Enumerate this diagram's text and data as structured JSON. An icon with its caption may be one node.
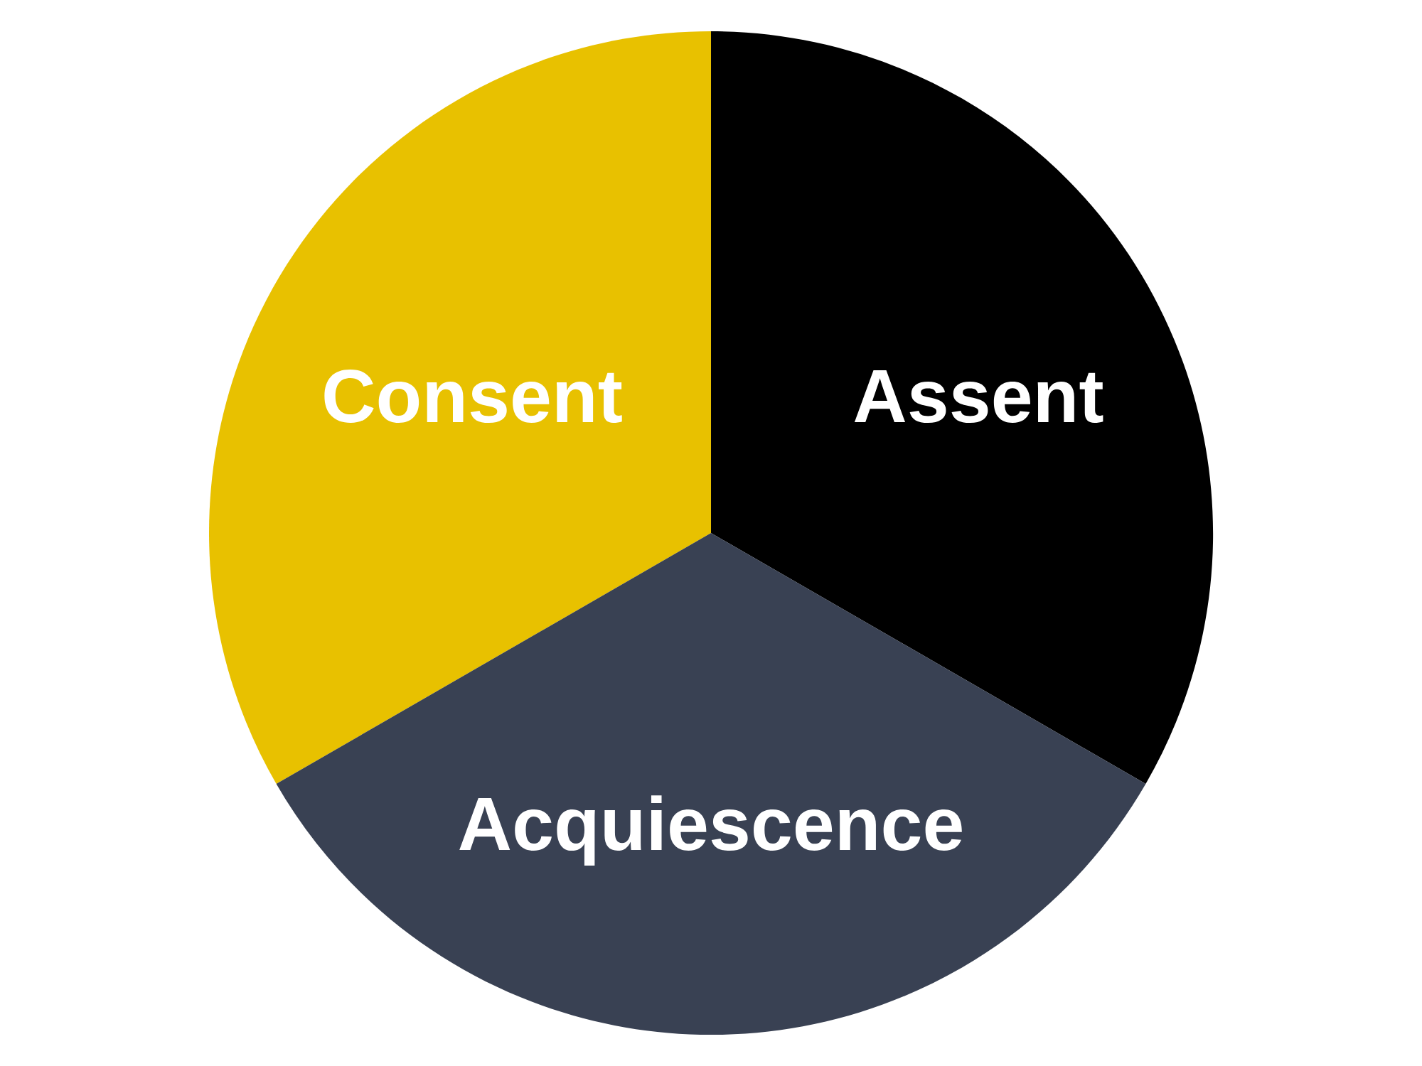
{
  "diagram": {
    "nodes": [
      {
        "text": [
          "Consent"
        ]
      },
      {
        "text": [
          "Assent"
        ]
      },
      {
        "text": [
          "Acquiescence"
        ]
      }
    ]
  }
}
